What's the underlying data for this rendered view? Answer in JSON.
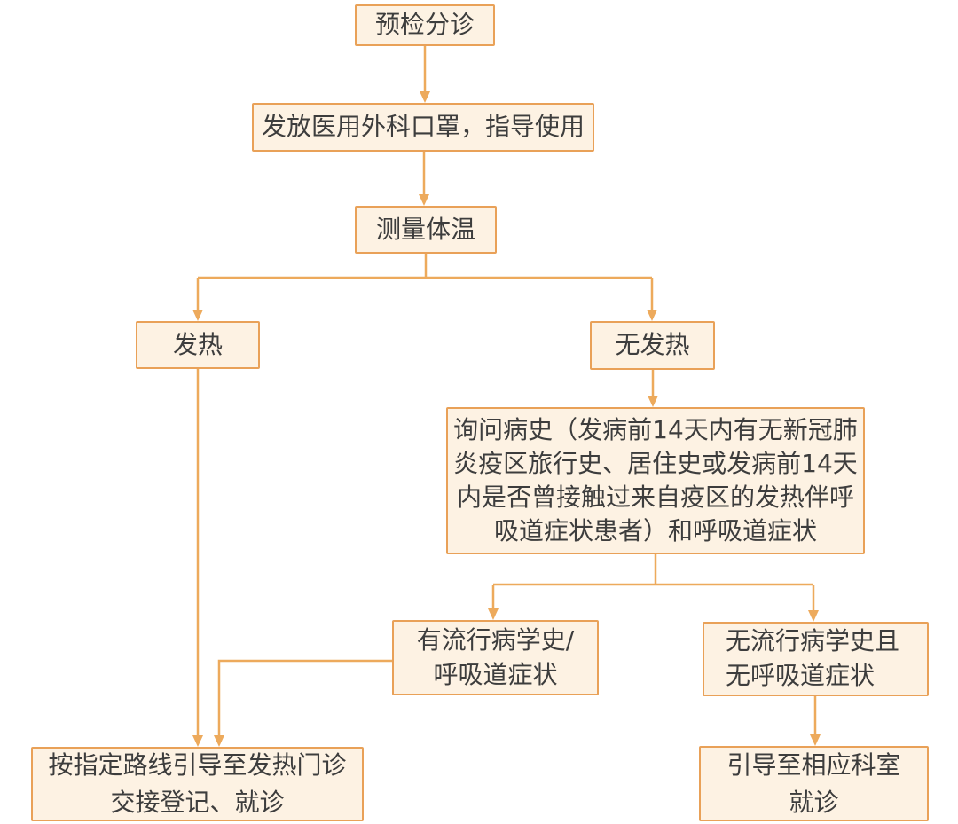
{
  "colors": {
    "background": "#ffffff",
    "box_fill": "#fdf2e3",
    "box_border": "#e9a158",
    "connector": "#edaa5c",
    "text": "#3d3d3d"
  },
  "nodes": {
    "triage": {
      "label": "预检分诊"
    },
    "mask": {
      "label": "发放医用外科口罩，指导使用"
    },
    "temperature": {
      "label": "测量体温"
    },
    "fever": {
      "label": "发热"
    },
    "no_fever": {
      "label": "无发热"
    },
    "ask_history": {
      "label": "询问病史（发病前14天内有无新冠肺\n炎疫区旅行史、居住史或发病前14天\n内是否曾接触过来自疫区的发热伴呼\n吸道症状患者）和呼吸道症状"
    },
    "has_epi": {
      "label": "有流行病学史/\n呼吸道症状"
    },
    "no_epi": {
      "label": "无流行病学史且\n无呼吸道症状"
    },
    "fever_clinic": {
      "label": "按指定路线引导至发热门诊\n交接登记、就诊"
    },
    "normal_dept": {
      "label": "引导至相应科室\n就诊"
    }
  }
}
